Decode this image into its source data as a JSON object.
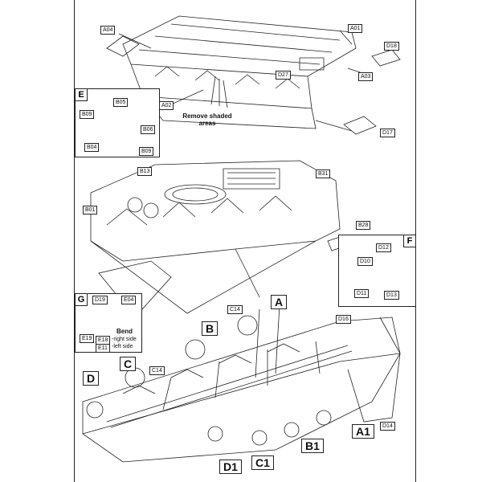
{
  "colors": {
    "line": "#222222",
    "paper": "#ffffff"
  },
  "parts": {
    "A04": "A04",
    "A01": "A01",
    "D18": "D18",
    "A02": "A02",
    "A03": "A03",
    "D27": "D27",
    "D17": "D17",
    "B05": "B05",
    "B09a": "B09",
    "B06": "B06",
    "B04": "B04",
    "B09b": "B09",
    "B13": "B13",
    "B31": "B31",
    "B01": "B01",
    "B28": "B28",
    "D12": "D12",
    "D10": "D10",
    "D11": "D11",
    "D13": "D13",
    "D19": "D19",
    "E04": "E04",
    "E19": "E19",
    "E18": "E18",
    "E11": "E11",
    "C14a": "C14",
    "C14b": "C14",
    "D16": "D16",
    "D14": "D14"
  },
  "callouts": {
    "A": "A",
    "B": "B",
    "C": "C",
    "D": "D",
    "A1": "A1",
    "B1": "B1",
    "C1": "C1",
    "D1": "D1"
  },
  "boxes": {
    "E": "E",
    "F": "F",
    "G": "G"
  },
  "notes": {
    "remove_shaded": "Remove shaded areas",
    "bend": "Bend",
    "right_side": "-right side",
    "left_side": "-left side"
  }
}
